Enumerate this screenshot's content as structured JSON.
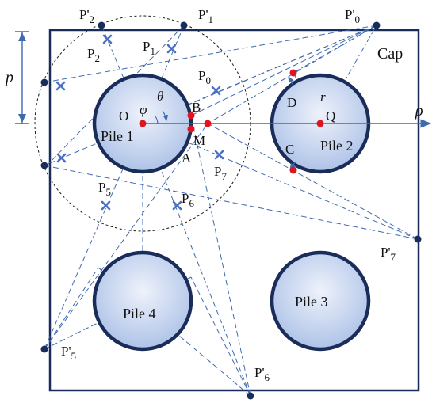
{
  "labels": {
    "cap": "Cap",
    "p": "p",
    "rho": "ρ",
    "phi": "φ",
    "theta": "θ",
    "r": "r",
    "O": "O",
    "B": "B",
    "M": "M",
    "A": "A",
    "D": "D",
    "C": "C",
    "Q": "Q"
  },
  "piles": {
    "pile1": "Pile 1",
    "pile2": "Pile 2",
    "pile3": "Pile 3",
    "pile4": "Pile 4"
  },
  "points": {
    "P0": {
      "base": "P",
      "sub": "0"
    },
    "P1": {
      "base": "P",
      "sub": "1"
    },
    "P2": {
      "base": "P",
      "sub": "2"
    },
    "P5": {
      "base": "P",
      "sub": "5"
    },
    "P6": {
      "base": "P",
      "sub": "6"
    },
    "P7": {
      "base": "P",
      "sub": "7"
    },
    "Pp0": {
      "base": "P'",
      "sub": "0"
    },
    "Pp1": {
      "base": "P'",
      "sub": "1"
    },
    "Pp2": {
      "base": "P'",
      "sub": "2"
    },
    "Pp5": {
      "base": "P'",
      "sub": "5"
    },
    "Pp6": {
      "base": "P'",
      "sub": "6"
    },
    "Pp7": {
      "base": "P'",
      "sub": "7"
    }
  },
  "colors": {
    "pile_stroke": "#1a2d5a",
    "pile_fill_light": "#eef2fb",
    "pile_fill_dark": "#a9bfe6",
    "guide_lines": "#3f6ab0",
    "marker_red": "#e0141e",
    "cross_blue": "#4b72c0"
  }
}
